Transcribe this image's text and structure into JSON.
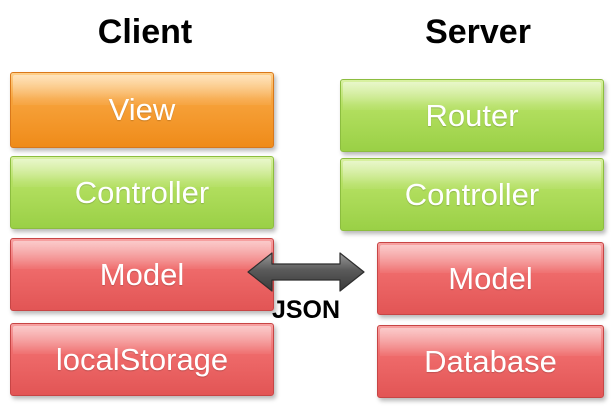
{
  "client": {
    "heading": "Client",
    "layers": [
      "View",
      "Controller",
      "Model",
      "localStorage"
    ]
  },
  "server": {
    "heading": "Server",
    "layers": [
      "Router",
      "Controller",
      "Model",
      "Database"
    ]
  },
  "connector": {
    "label": "JSON"
  },
  "colors": {
    "view": "#f2961f",
    "controller": "#a8d84f",
    "router": "#a8d84f",
    "model": "#e95d5d",
    "storage": "#e95d5d",
    "arrow": "#555555"
  }
}
